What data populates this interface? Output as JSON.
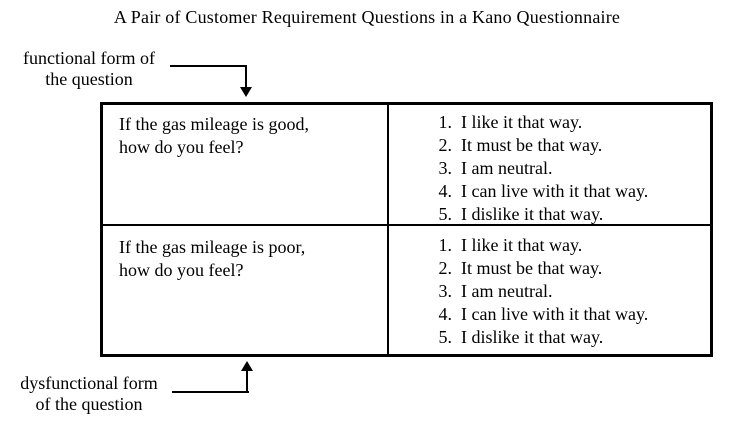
{
  "title": "A Pair of Customer Requirement Questions in a Kano Questionnaire",
  "annotations": {
    "functional": {
      "line1": "functional form of",
      "line2": "the question"
    },
    "dysfunctional": {
      "line1": "dysfunctional form",
      "line2": "of the question"
    }
  },
  "table": {
    "rows": [
      {
        "question_line1": "If the gas mileage is good,",
        "question_line2": "how do you feel?",
        "options": [
          {
            "num": "1.",
            "text": "I like it that way."
          },
          {
            "num": "2.",
            "text": "It must be that way."
          },
          {
            "num": "3.",
            "text": "I am neutral."
          },
          {
            "num": "4.",
            "text": "I can live with it that way."
          },
          {
            "num": "5.",
            "text": "I dislike it that way."
          }
        ]
      },
      {
        "question_line1": "If the gas mileage is poor,",
        "question_line2": "how do you feel?",
        "options": [
          {
            "num": "1.",
            "text": "I like it that way."
          },
          {
            "num": "2.",
            "text": "It must be that way."
          },
          {
            "num": "3.",
            "text": "I am neutral."
          },
          {
            "num": "4.",
            "text": "I can live with it that way."
          },
          {
            "num": "5.",
            "text": "I dislike it that way."
          }
        ]
      }
    ]
  },
  "colors": {
    "background": "#ffffff",
    "text": "#000000",
    "line": "#000000"
  }
}
